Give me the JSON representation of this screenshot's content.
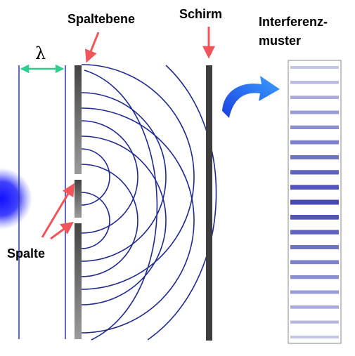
{
  "labels": {
    "spaltebene": "Spaltebene",
    "schirm": "Schirm",
    "interferenz_line1": "Interferenz-",
    "interferenz_line2": "muster",
    "spalte": "Spalte",
    "lambda": "λ"
  },
  "colors": {
    "wave": "#1f2a8c",
    "wavefront": "#2b3aa8",
    "arrow_red": "#f2545b",
    "arrow_green": "#2ecc8f",
    "screen": "#3d3d3d",
    "slit_plane": "#555555",
    "source": "#1010ff",
    "fringe": "#3a3fb0",
    "curve_arrow": "#2266ee"
  },
  "icons": {
    "source": "light-source-glow",
    "curve_arrow": "curved-arrow-icon",
    "pointer": "red-pointer-arrow"
  }
}
